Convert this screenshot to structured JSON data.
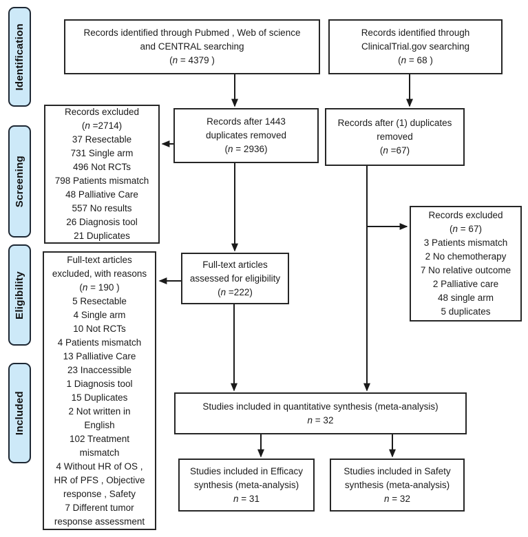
{
  "stages": {
    "identification": "Identification",
    "screening": "Screening",
    "eligibility": "Eligibility",
    "included": "Included"
  },
  "colors": {
    "stage_fill": "#cde9f8",
    "stage_border": "#1d2733",
    "box_border": "#262626",
    "arrow": "#1a1a1a"
  },
  "boxes": {
    "identified_databases": {
      "lines": [
        "Records identified through Pubmed , Web of science",
        "and CENTRAL searching",
        "(n = 4379  )"
      ]
    },
    "identified_registry": {
      "lines": [
        "Records identified through",
        "ClinicalTrial.gov searching",
        "(n = 68  )"
      ]
    },
    "screening_excluded": {
      "lines": [
        "Records excluded",
        "(n =2714)",
        "37 Resectable",
        "731 Single arm",
        "496 Not RCTs",
        "798 Patients mismatch",
        "48 Palliative Care",
        "557 No results",
        "26 Diagnosis tool",
        "21 Duplicates"
      ]
    },
    "after_dup_databases": {
      "lines": [
        "Records after 1443",
        "duplicates removed",
        "(n = 2936)"
      ]
    },
    "after_dup_registry": {
      "lines": [
        "Records after (1) duplicates",
        "removed",
        "(n =67)"
      ]
    },
    "registry_excluded": {
      "lines": [
        "Records excluded",
        "(n = 67)",
        "3 Patients mismatch",
        "2 No chemotherapy",
        "7 No relative outcome",
        "2 Palliative care",
        "48 single arm",
        "5 duplicates"
      ]
    },
    "fulltext_assessed": {
      "lines": [
        "Full-text articles",
        "assessed for eligibility",
        "(n =222)"
      ]
    },
    "fulltext_excluded": {
      "lines": [
        "Full-text articles",
        "excluded, with reasons",
        "(n = 190 )",
        "5 Resectable",
        "4 Single arm",
        "10 Not RCTs",
        "4 Patients mismatch",
        "13 Palliative Care",
        "23 Inaccessible",
        "1 Diagnosis tool",
        "15 Duplicates",
        "2 Not written in",
        "English",
        "102 Treatment",
        "mismatch",
        "4 Without HR of OS ,",
        "HR of PFS , Objective",
        "response , Safety",
        "7 Different tumor",
        "response assessment"
      ]
    },
    "quantitative": {
      "lines": [
        "Studies included in quantitative synthesis (meta-analysis)",
        "n = 32"
      ]
    },
    "efficacy": {
      "lines": [
        "Studies included in Efficacy",
        "synthesis (meta-analysis)",
        "n = 31"
      ]
    },
    "safety": {
      "lines": [
        "Studies included in Safety",
        "synthesis (meta-analysis)",
        "n = 32"
      ]
    }
  }
}
